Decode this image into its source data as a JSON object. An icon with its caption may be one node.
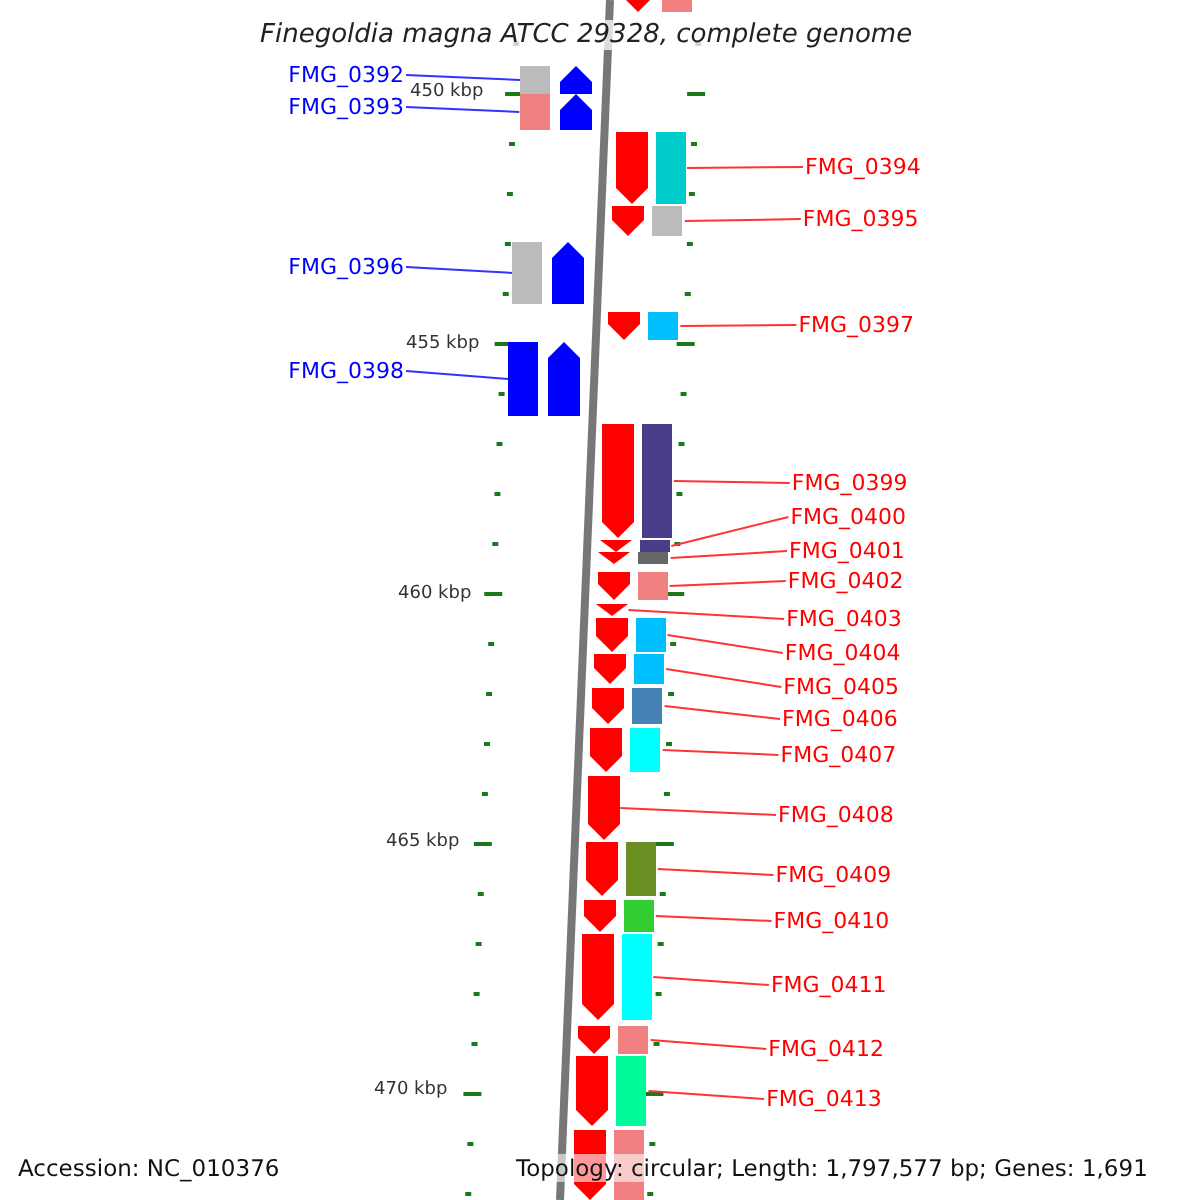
{
  "diagram": {
    "title": "Finegoldia magna ATCC 29328, complete genome",
    "nodes": [
      {
        "text": [
          "FMG_0392"
        ]
      },
      {
        "text": [],
        "shape": "arrow"
      },
      {
        "text": [
          "FMG_0393"
        ]
      },
      {
        "text": [],
        "shape": "arrow"
      },
      {
        "text": [
          "FMG_0394"
        ]
      },
      {
        "text": [],
        "shape": "arrow"
      },
      {
        "text": [
          "FMG_0395"
        ]
      },
      {
        "text": [],
        "shape": "arrow"
      },
      {
        "text": [
          "FMG_0396"
        ]
      },
      {
        "text": [],
        "shape": "arrow"
      },
      {
        "text": [
          "FMG_0397"
        ]
      },
      {
        "text": [],
        "shape": "arrow"
      },
      {
        "text": [
          "FMG_0398"
        ]
      },
      {
        "text": [],
        "shape": "arrow"
      },
      {
        "text": [
          "FMG_0399"
        ]
      },
      {
        "text": [],
        "shape": "arrow"
      },
      {
        "text": [
          "FMG_0400"
        ]
      },
      {
        "text": [],
        "shape": "arrow"
      },
      {
        "text": [
          "FMG_0401"
        ]
      },
      {
        "text": [],
        "shape": "arrow"
      },
      {
        "text": [
          "FMG_0402"
        ]
      },
      {
        "text": [],
        "shape": "arrow"
      },
      {
        "text": [
          "FMG_0403"
        ]
      },
      {
        "text": [],
        "shape": "arrow"
      },
      {
        "text": [
          "FMG_0404"
        ]
      },
      {
        "text": [],
        "shape": "arrow"
      },
      {
        "text": [
          "FMG_0405"
        ]
      },
      {
        "text": [],
        "shape": "arrow"
      },
      {
        "text": [
          "FMG_0406"
        ]
      },
      {
        "text": [],
        "shape": "arrow"
      },
      {
        "text": [
          "FMG_0407"
        ]
      },
      {
        "text": [],
        "shape": "arrow"
      },
      {
        "text": [
          "FMG_0408"
        ]
      },
      {
        "text": [],
        "shape": "arrow"
      },
      {
        "text": [
          "FMG_0409"
        ]
      },
      {
        "text": [],
        "shape": "arrow"
      },
      {
        "text": [
          "FMG_0410"
        ]
      },
      {
        "text": [],
        "shape": "arrow"
      },
      {
        "text": [
          "FMG_0411"
        ]
      },
      {
        "text": [],
        "shape": "arrow"
      },
      {
        "text": [
          "FMG_0412"
        ]
      },
      {
        "text": [],
        "shape": "arrow"
      },
      {
        "text": [
          "FMG_0413"
        ]
      },
      {
        "text": [],
        "shape": "arrow"
      },
      {
        "text": [],
        "shape": "arrow"
      },
      {
        "text": [],
        "shape": "arrow"
      }
    ],
    "edges": [
      {
        "from": 0,
        "to": 1,
        "arrow": "none",
        "color": "#3333ff"
      },
      {
        "from": 2,
        "to": 3,
        "arrow": "none",
        "color": "#3333ff"
      },
      {
        "from": 4,
        "to": 5,
        "arrow": "none"
      },
      {
        "from": 6,
        "to": 7,
        "arrow": "none"
      },
      {
        "from": 8,
        "to": 9,
        "arrow": "none",
        "color": "#3333ff"
      },
      {
        "from": 10,
        "to": 11,
        "arrow": "none"
      },
      {
        "from": 12,
        "to": 13,
        "arrow": "none",
        "color": "#3333ff"
      },
      {
        "from": 14,
        "to": 15,
        "arrow": "none"
      },
      {
        "from": 16,
        "to": 17,
        "arrow": "none"
      },
      {
        "from": 18,
        "to": 19,
        "arrow": "none"
      },
      {
        "from": 20,
        "to": 21,
        "arrow": "none"
      },
      {
        "from": 22,
        "to": 23,
        "arrow": "none"
      },
      {
        "from": 24,
        "to": 25,
        "arrow": "none"
      },
      {
        "from": 26,
        "to": 27,
        "arrow": "none"
      },
      {
        "from": 28,
        "to": 29,
        "arrow": "none"
      },
      {
        "from": 30,
        "to": 31,
        "arrow": "none"
      },
      {
        "from": 32,
        "to": 33,
        "arrow": "none"
      },
      {
        "from": 34,
        "to": 35,
        "arrow": "none"
      },
      {
        "from": 36,
        "to": 37,
        "arrow": "none"
      },
      {
        "from": 38,
        "to": 39,
        "arrow": "none"
      },
      {
        "from": 40,
        "to": 41,
        "arrow": "none"
      },
      {
        "from": 42,
        "to": 43,
        "arrow": "none"
      }
    ],
    "labels": [
      "450 kbp",
      "455 kbp",
      "460 kbp",
      "465 kbp",
      "470 kbp",
      "Accession: NC_010376",
      "Topology: circular; Length: 1,797,577 bp; Genes: 1,691"
    ]
  }
}
